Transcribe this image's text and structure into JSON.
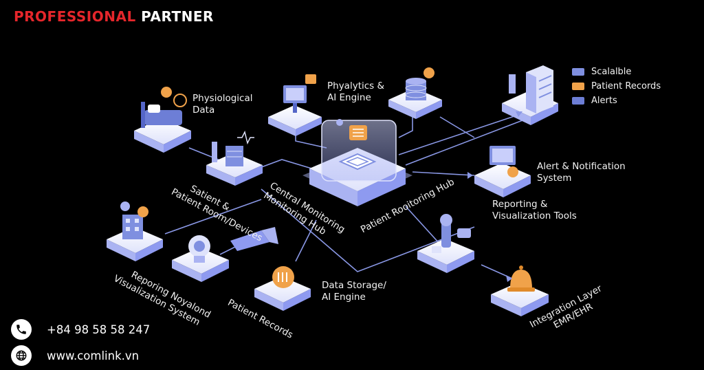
{
  "brand": {
    "part1": "PROFESSIONAL",
    "part2": "PARTNER"
  },
  "labels": {
    "physiological": [
      "Physiological",
      "Data"
    ],
    "analytics": [
      "Phyalytics &",
      "AI Engine"
    ],
    "satient": [
      "Satient &",
      "Patient Room/Devices"
    ],
    "central": [
      "Central Monitoring",
      "Monitoring Hub"
    ],
    "rooitoring": "Patient Rooitoring Hub",
    "alert": [
      "Alert & Notification",
      "System"
    ],
    "reporting_tools": [
      "Reporting &",
      "Visualization Tools"
    ],
    "reporing_noyalond": [
      "Reporing Noyalond",
      "Visualization System"
    ],
    "patient_records": "Patient Records",
    "data_storage": [
      "Data Storage/",
      "AI Engine"
    ],
    "integration": [
      "Integration Layer",
      "EMR/EHR"
    ]
  },
  "legend": [
    {
      "label": "Scalalble",
      "color": "#7f8fe0"
    },
    {
      "label": "Patient Records",
      "color": "#f0a24a"
    },
    {
      "label": "Alerts",
      "color": "#6d7ed6"
    }
  ],
  "contact": {
    "phone": "+84 98 58 58 247",
    "website": "www.comlink.vn"
  },
  "icons": {
    "phone": "phone-icon",
    "globe": "globe-icon"
  },
  "colors": {
    "accent_red": "#e5262b",
    "node_fill": "#eef0ff",
    "node_side": "#aab3f2",
    "orange": "#f0a24a",
    "line": "#8a98e6"
  }
}
